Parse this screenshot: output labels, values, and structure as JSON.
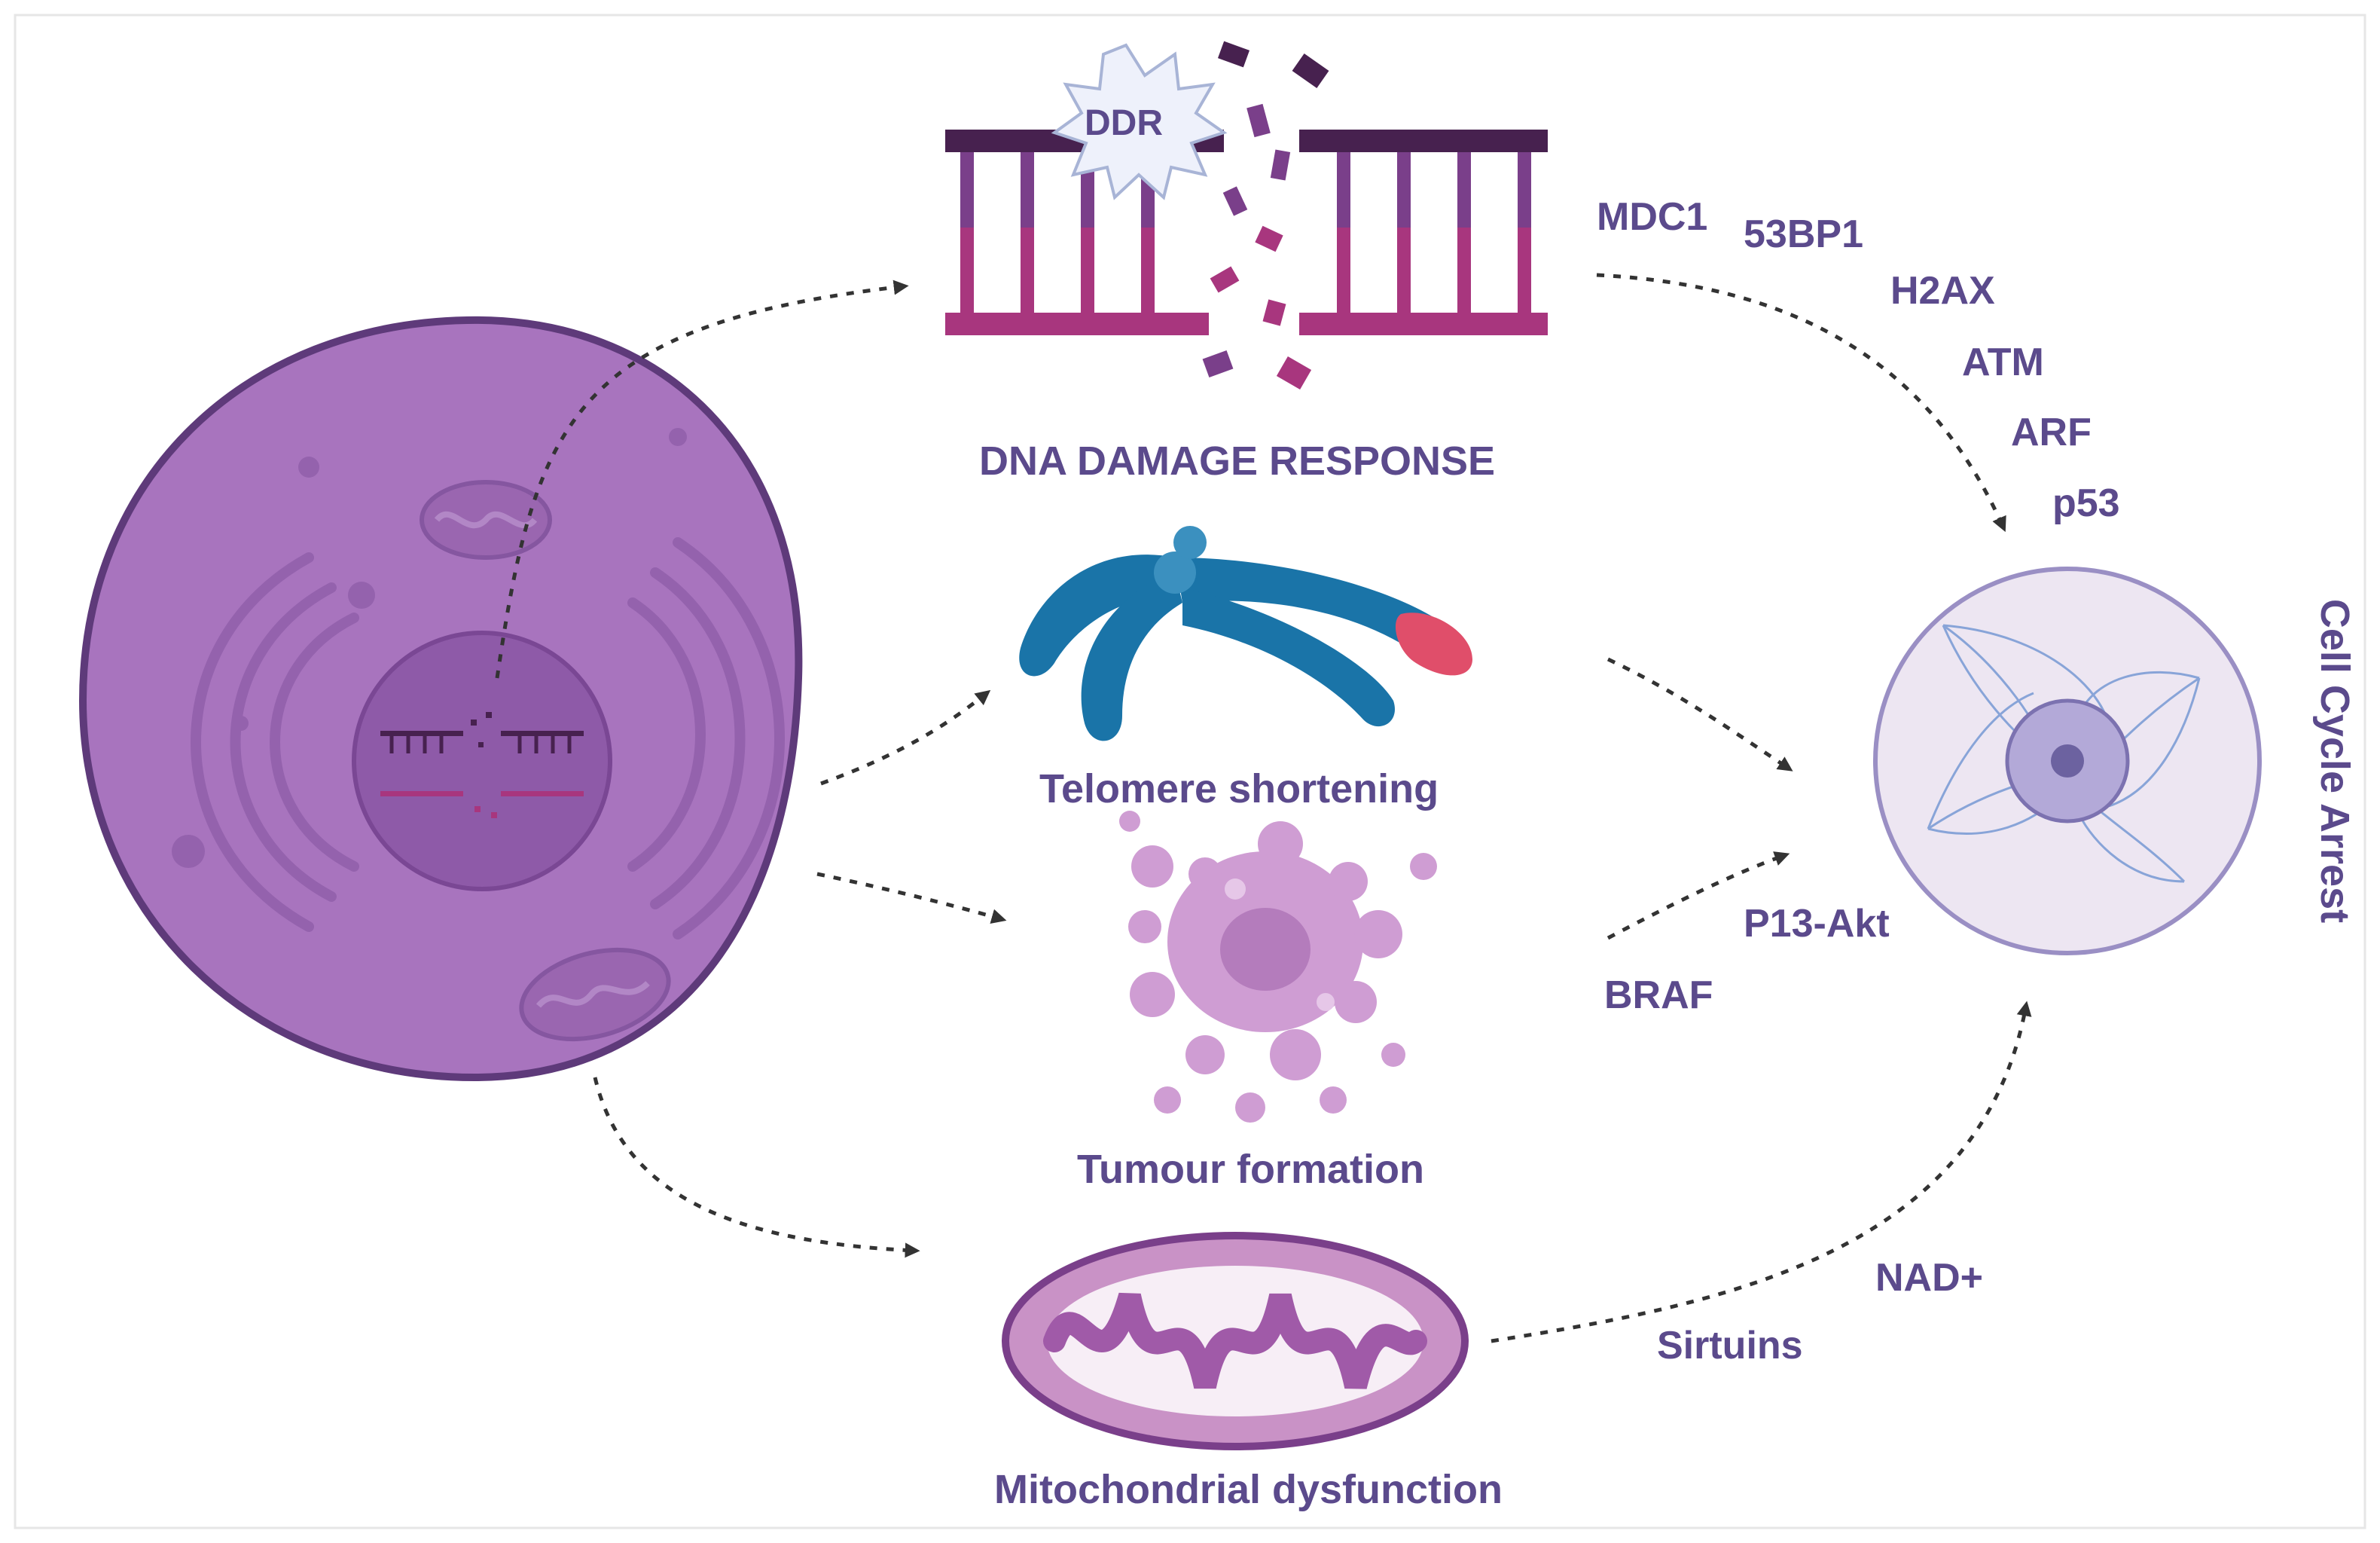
{
  "labels": {
    "ddr_burst": "DDR",
    "dna_damage_response": "DNA DAMAGE RESPONSE",
    "telomere_shortening": "Telomere shortening",
    "tumour_formation": "Tumour formation",
    "mitochondrial_dysfunction": "Mitochondrial dysfunction",
    "cell_cycle_arrest": "Cell Cycle Arrest"
  },
  "ddr_markers": [
    "MDC1",
    "53BP1",
    "H2AX",
    "ATM",
    "ARF",
    "p53"
  ],
  "tumour_markers": [
    "P13-Akt",
    "BRAF"
  ],
  "mito_markers": [
    "NAD+",
    "Sirtuins"
  ],
  "colors": {
    "cell_fill": "#a874be",
    "cell_stroke": "#5e3a7a",
    "nucleus_fill": "#8e5aa8",
    "dna_dark": "#47214f",
    "dna_mid": "#7a3f8a",
    "dna_pink": "#a8367e",
    "chromosome_blue": "#1a74a8",
    "telomere_red": "#e04e6a",
    "tumour_pink": "#cf9dd3",
    "mito_fill": "#c992c6",
    "arrest_cell_fill": "#ede6f2",
    "label_text": "#5b4a8c"
  }
}
